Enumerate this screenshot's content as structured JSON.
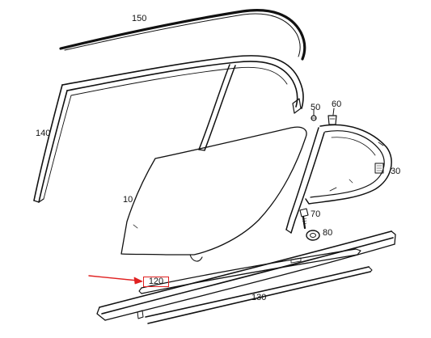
{
  "diagram": {
    "callout_color": "#e02020",
    "line_color": "#111111",
    "labels": {
      "p150": "150",
      "p140": "140",
      "p10": "10",
      "p50": "50",
      "p60": "60",
      "p30": "30",
      "p70": "70",
      "p80": "80",
      "p120": "120",
      "p130": "130"
    },
    "highlighted_part": "120"
  }
}
